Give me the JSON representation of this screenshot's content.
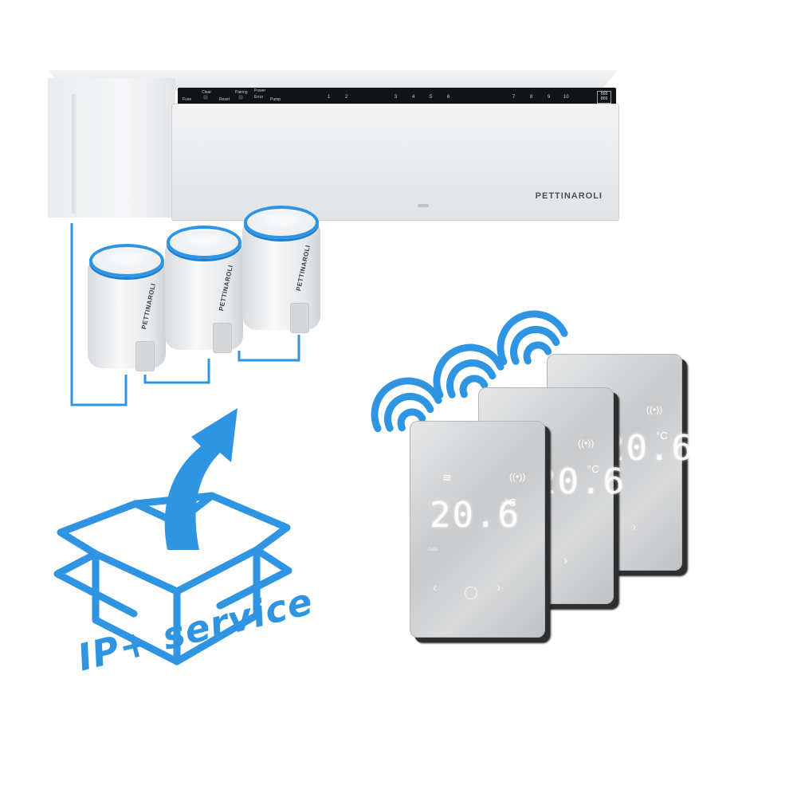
{
  "controller": {
    "brand": "PETTINAROLI",
    "labels": [
      "Fuse",
      "Clear",
      "Reset",
      "Pairing",
      "Power",
      "Error",
      "Pump"
    ],
    "zones": [
      "1",
      "2",
      "3",
      "4",
      "5",
      "6",
      "7",
      "8",
      "9",
      "10"
    ],
    "badge": "868 869"
  },
  "actuators": {
    "brand": "PETTINAROLI",
    "count": 3,
    "ring_color": "#2f95e3"
  },
  "thermostat": {
    "temperature": "20.6",
    "unit": "°C",
    "mode": "Auto",
    "nav_left": "‹",
    "nav_right": "›",
    "count": 3
  },
  "icons": [
    "wifi-signal-icon",
    "heating-icon",
    "antenna-icon",
    "open-box-icon",
    "arrow-up-icon"
  ],
  "service": {
    "label": "IP+ service",
    "color": "#2f95e3"
  }
}
